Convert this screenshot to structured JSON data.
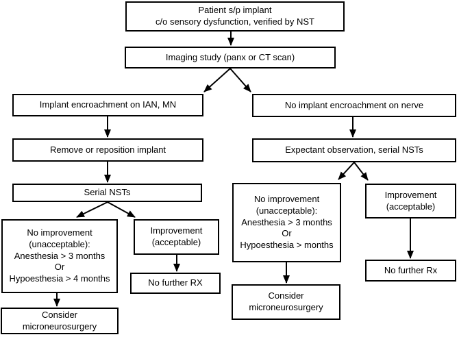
{
  "nodes": {
    "patient": {
      "label": "Patient s/p implant\nc/o sensory dysfunction, verified by NST"
    },
    "imaging": {
      "label": "Imaging study (panx or CT scan)"
    },
    "encroachment": {
      "label": "Implant encroachment on IAN, MN"
    },
    "no_encroachment": {
      "label": "No implant encroachment on nerve"
    },
    "remove": {
      "label": "Remove or reposition implant"
    },
    "expectant": {
      "label": "Expectant observation, serial NSTs"
    },
    "serial_nsts": {
      "label": "Serial NSTs"
    },
    "no_improvement_left": {
      "label": "No improvement\n(unacceptable):\nAnesthesia > 3 months\nOr\nHypoesthesia > 4 months"
    },
    "improvement_left": {
      "label": "Improvement\n(acceptable)"
    },
    "no_further_rx_left": {
      "label": "No further RX"
    },
    "consider_micro_left": {
      "label": "Consider\nmicroneurosurgery"
    },
    "no_improvement_right": {
      "label": "No improvement\n(unacceptable):\nAnesthesia > 3 months\nOr\nHypoesthesia > months"
    },
    "improvement_right": {
      "label": "Improvement\n(acceptable)"
    },
    "no_further_rx_right": {
      "label": "No further Rx"
    },
    "consider_micro_right": {
      "label": "Consider\nmicroneurosurgery"
    }
  },
  "colors": {
    "box_border": "#000000",
    "box_fill": "#ffffff",
    "text": "#000000",
    "connector": "#000000",
    "background": "#ffffff"
  }
}
